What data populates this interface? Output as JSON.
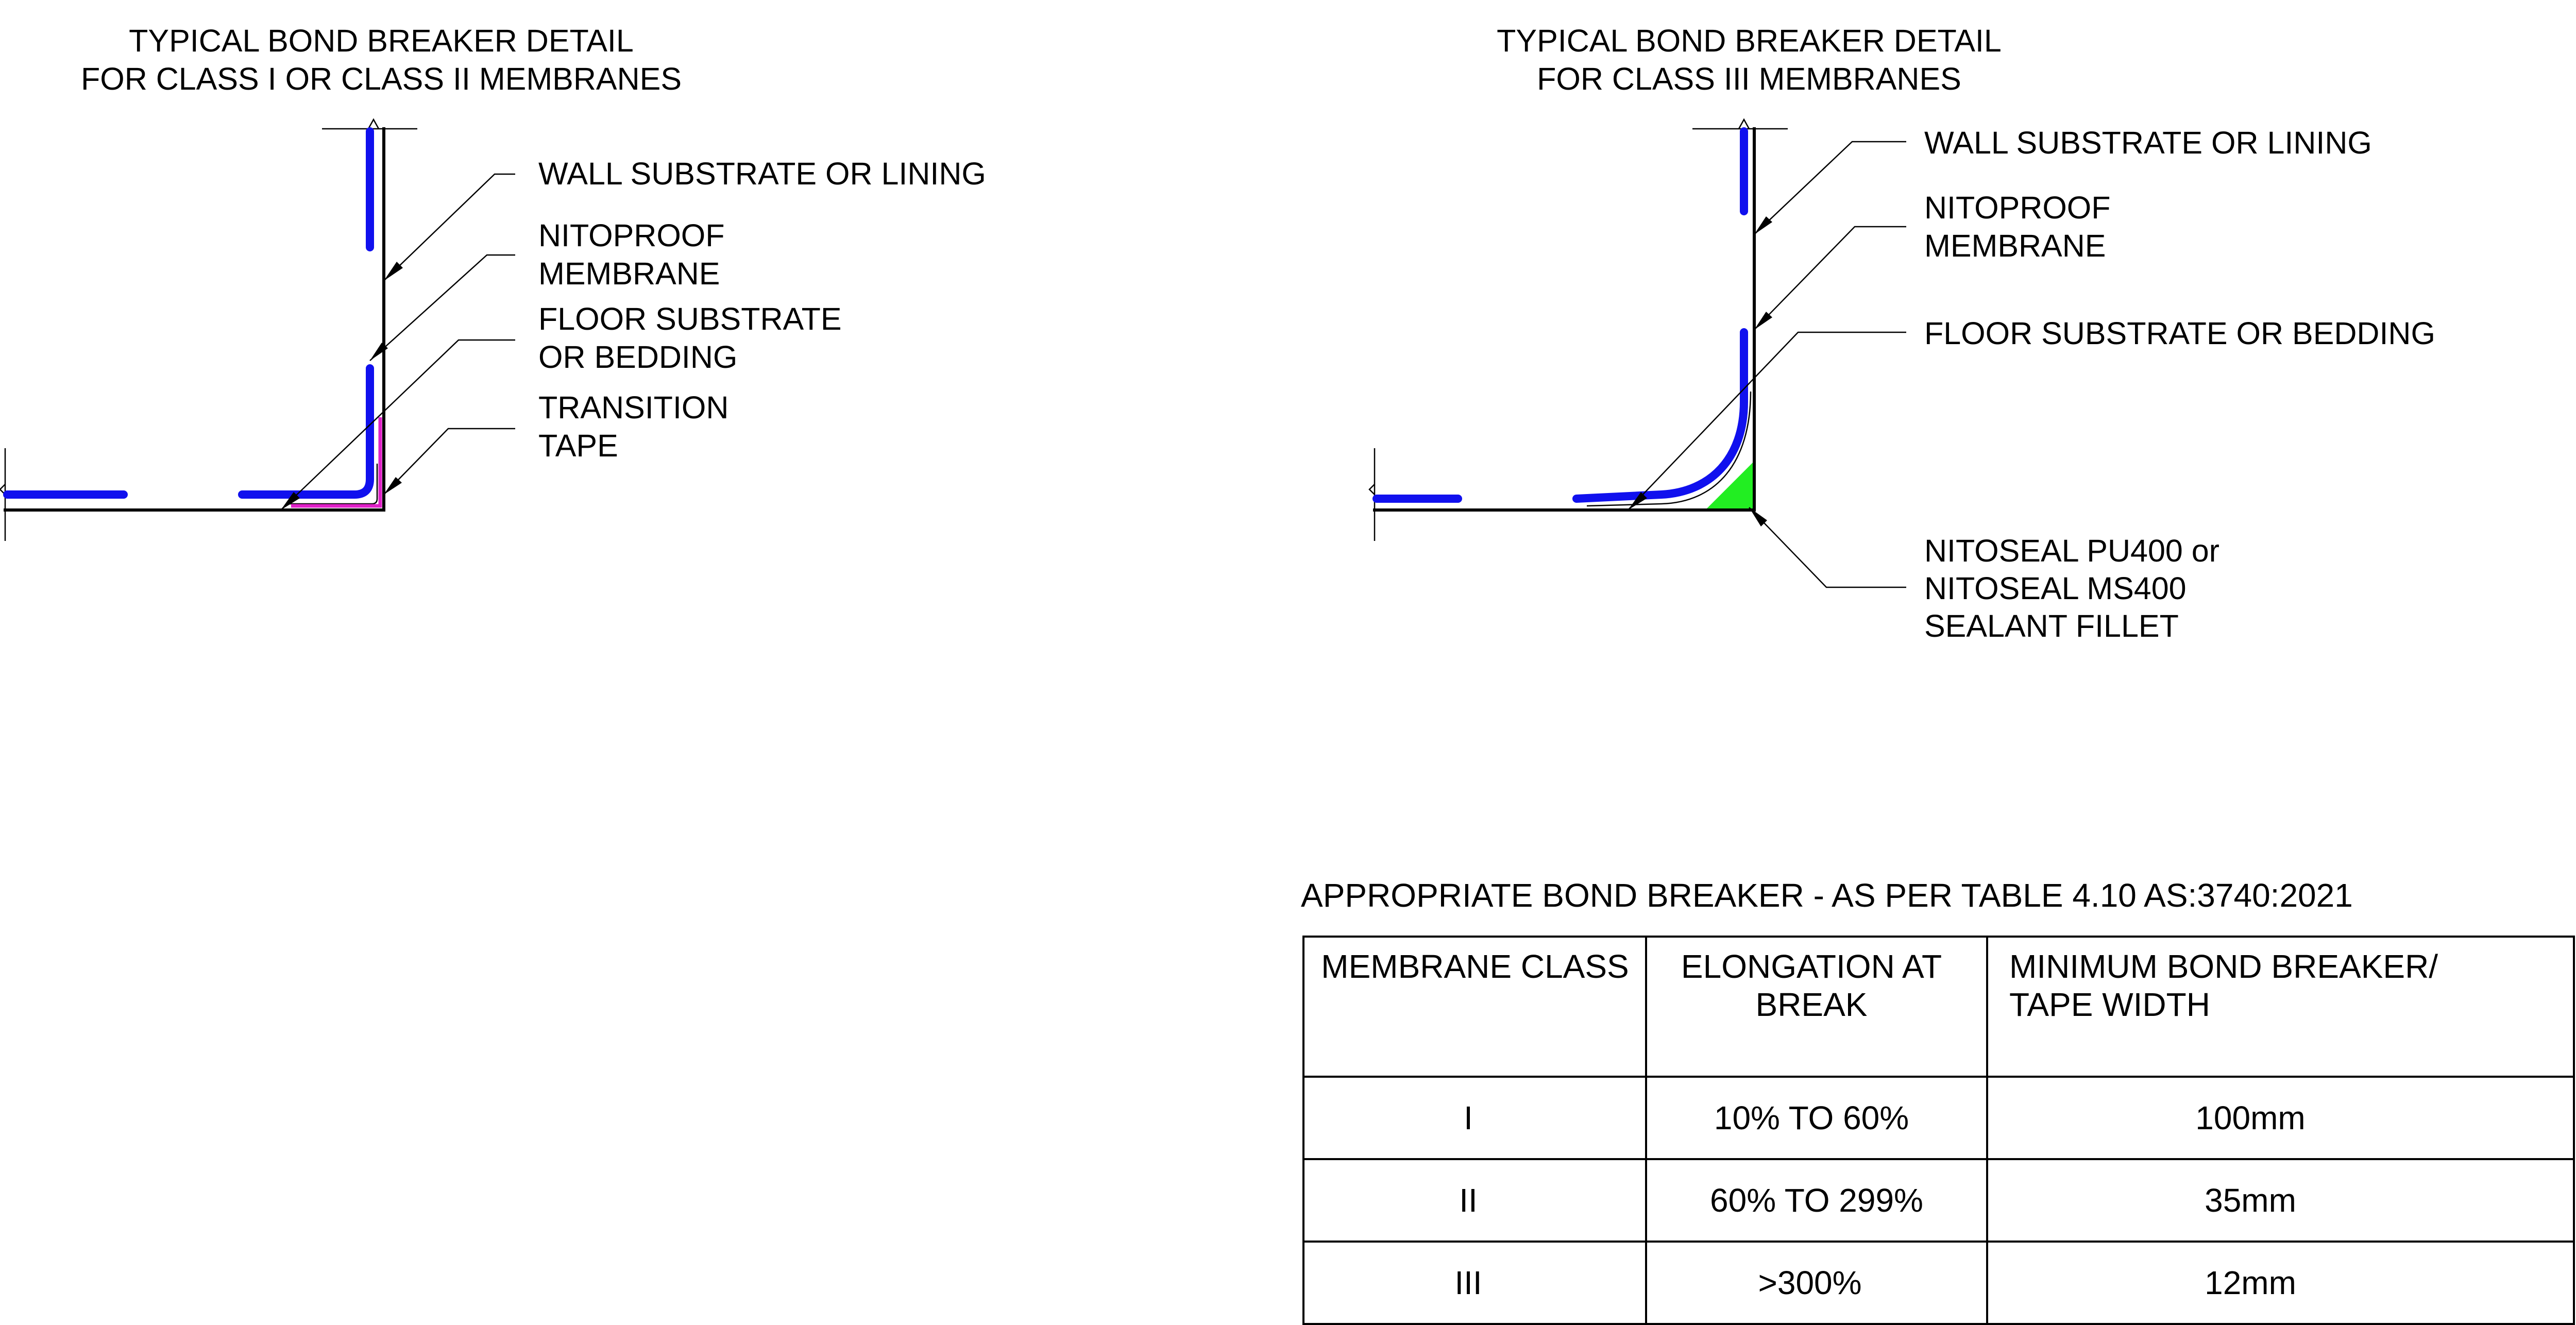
{
  "colors": {
    "membrane": "#1010ee",
    "transition_tape": "#e020c8",
    "sealant_fillet": "#22ee22",
    "lines": "#000000"
  },
  "detail1": {
    "title_line1": "TYPICAL BOND BREAKER DETAIL",
    "title_line2": "FOR CLASS I OR CLASS II MEMBRANES",
    "labels": {
      "wall_l1": "WALL SUBSTRATE OR LINING",
      "membrane_l1": "NITOPROOF",
      "membrane_l2": "MEMBRANE",
      "floor_l1": "FLOOR SUBSTRATE",
      "floor_l2": "OR BEDDING",
      "tape_l1": "TRANSITION",
      "tape_l2": "TAPE"
    }
  },
  "detail2": {
    "title_line1": "TYPICAL BOND BREAKER DETAIL",
    "title_line2": "FOR CLASS III MEMBRANES",
    "labels": {
      "wall_l1": "WALL SUBSTRATE OR LINING",
      "membrane_l1": "NITOPROOF",
      "membrane_l2": "MEMBRANE",
      "floor_l1": "FLOOR SUBSTRATE OR BEDDING",
      "sealant_l1": "NITOSEAL PU400 or",
      "sealant_l2": "NITOSEAL MS400",
      "sealant_l3": "SEALANT FILLET"
    }
  },
  "table": {
    "title": "APPROPRIATE BOND BREAKER - AS PER TABLE 4.10 AS:3740:2021",
    "headers": [
      {
        "l1": "MEMBRANE CLASS",
        "l2": ""
      },
      {
        "l1": "ELONGATION AT",
        "l2": "BREAK"
      },
      {
        "l1": "MINIMUM BOND BREAKER/",
        "l2": "TAPE WIDTH"
      }
    ],
    "rows": [
      [
        "I",
        "10% TO 60%",
        "100mm"
      ],
      [
        "II",
        "60% TO 299%",
        "35mm"
      ],
      [
        "III",
        ">300%",
        "12mm"
      ]
    ]
  }
}
